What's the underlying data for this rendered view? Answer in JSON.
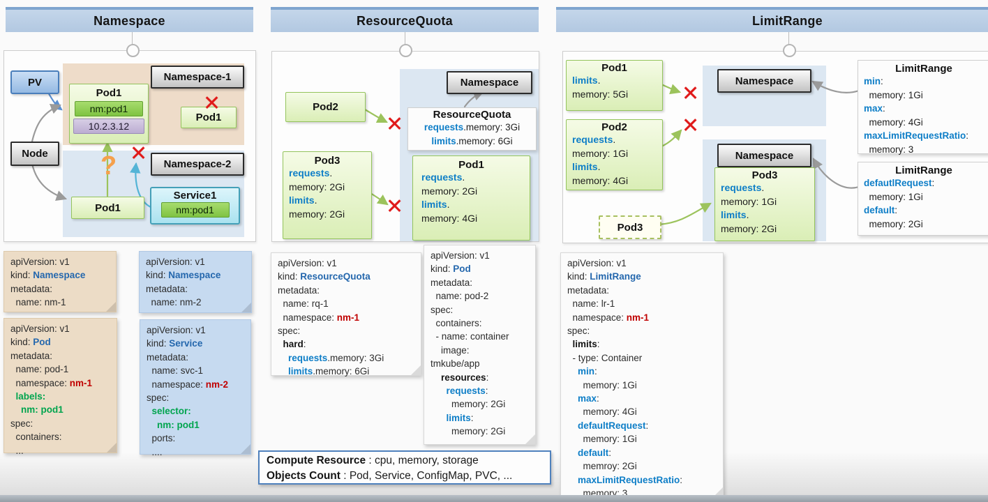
{
  "colors": {
    "header_bg": "#bcd0e6",
    "header_top": "#7fa5cf",
    "keyword_blue": "#0e7ec7",
    "kind_blue": "#2467ad",
    "alert_red": "#c00000",
    "label_green": "#00a44e",
    "pod_border_green": "#94c45c",
    "x_red": "#e01919",
    "question_orange": "#f5a04c",
    "note_border": "#4f81bd"
  },
  "marks": {
    "x": "✕",
    "question": "?"
  },
  "namespace": {
    "header": "Namespace",
    "pv": "PV",
    "node": "Node",
    "ns1": {
      "label": "Namespace-1"
    },
    "ns2": {
      "label": "Namespace-2"
    },
    "pod1": {
      "title": "Pod1",
      "label_badge": "nm:pod1",
      "ip_badge": "10.2.3.12"
    },
    "pod1_blocked": "Pod1",
    "pod1_ns2": "Pod1",
    "service1": {
      "title": "Service1",
      "badge": "nm:pod1"
    },
    "yaml_ns1": {
      "lines": [
        [
          {
            "t": "apiVersion: v1"
          }
        ],
        [
          {
            "t": "kind: "
          },
          {
            "t": "Namespace",
            "c": "kind"
          }
        ],
        [
          {
            "t": "metadata:"
          }
        ],
        [
          {
            "t": "  name: nm-1"
          }
        ]
      ]
    },
    "yaml_ns2": {
      "lines": [
        [
          {
            "t": "apiVersion: v1"
          }
        ],
        [
          {
            "t": "kind: "
          },
          {
            "t": "Namespace",
            "c": "kind"
          }
        ],
        [
          {
            "t": "metadata:"
          }
        ],
        [
          {
            "t": "  name: nm-2"
          }
        ]
      ]
    },
    "yaml_pod": {
      "lines": [
        [
          {
            "t": "apiVersion: v1"
          }
        ],
        [
          {
            "t": "kind: "
          },
          {
            "t": "Pod",
            "c": "kind"
          }
        ],
        [
          {
            "t": "metadata:"
          }
        ],
        [
          {
            "t": "  name: pod-1"
          }
        ],
        [
          {
            "t": "  namespace: "
          },
          {
            "t": "nm-1",
            "c": "red"
          }
        ],
        [
          {
            "t": "  "
          },
          {
            "t": "labels:",
            "c": "green"
          }
        ],
        [
          {
            "t": "    "
          },
          {
            "t": "nm: pod1",
            "c": "green"
          }
        ],
        [
          {
            "t": "spec:"
          }
        ],
        [
          {
            "t": "  containers:"
          }
        ],
        [
          {
            "t": "  ..."
          }
        ]
      ]
    },
    "yaml_svc": {
      "lines": [
        [
          {
            "t": "apiVersion: v1"
          }
        ],
        [
          {
            "t": "kind: "
          },
          {
            "t": "Service",
            "c": "kind"
          }
        ],
        [
          {
            "t": "metadata:"
          }
        ],
        [
          {
            "t": "  name: svc-1"
          }
        ],
        [
          {
            "t": "  namespace: "
          },
          {
            "t": "nm-2",
            "c": "red"
          }
        ],
        [
          {
            "t": "spec:"
          }
        ],
        [
          {
            "t": "  "
          },
          {
            "t": "selector:",
            "c": "green"
          }
        ],
        [
          {
            "t": "    "
          },
          {
            "t": "nm: pod1",
            "c": "green"
          }
        ],
        [
          {
            "t": "  ports:"
          }
        ],
        [
          {
            "t": "  ...."
          }
        ]
      ]
    }
  },
  "resourcequota": {
    "header": "ResourceQuota",
    "namespace_label": "Namespace",
    "pod2": {
      "title": "Pod2"
    },
    "pod3": {
      "title": "Pod3",
      "lines": [
        [
          {
            "t": "requests",
            "c": "kw"
          },
          {
            "t": "."
          }
        ],
        [
          {
            "t": "memory: 2Gi"
          }
        ],
        [
          {
            "t": "limits",
            "c": "kw"
          },
          {
            "t": "."
          }
        ],
        [
          {
            "t": "memory: 2Gi"
          }
        ]
      ]
    },
    "pod1": {
      "title": "Pod1",
      "lines": [
        [
          {
            "t": "requests",
            "c": "kw"
          },
          {
            "t": "."
          }
        ],
        [
          {
            "t": "memory: 2Gi"
          }
        ],
        [
          {
            "t": "limits",
            "c": "kw"
          },
          {
            "t": "."
          }
        ],
        [
          {
            "t": "memory: 4Gi"
          }
        ]
      ]
    },
    "rq_box": {
      "title": "ResourceQuota",
      "lines": [
        [
          {
            "t": "requests",
            "c": "kw"
          },
          {
            "t": ".memory: 3Gi"
          }
        ],
        [
          {
            "t": "limits",
            "c": "kw"
          },
          {
            "t": ".memory: 6Gi"
          }
        ]
      ]
    },
    "yaml_rq": {
      "lines": [
        [
          {
            "t": "apiVersion: v1"
          }
        ],
        [
          {
            "t": "kind: "
          },
          {
            "t": "ResourceQuota",
            "c": "kind"
          }
        ],
        [
          {
            "t": "metadata:"
          }
        ],
        [
          {
            "t": "  name: rq-1"
          }
        ],
        [
          {
            "t": "  namespace: "
          },
          {
            "t": "nm-1",
            "c": "red"
          }
        ],
        [
          {
            "t": "spec:"
          }
        ],
        [
          {
            "t": "  "
          },
          {
            "t": "hard",
            "c": "b"
          },
          {
            "t": ":"
          }
        ],
        [
          {
            "t": "    "
          },
          {
            "t": "requests",
            "c": "kw"
          },
          {
            "t": ".memory: 3Gi"
          }
        ],
        [
          {
            "t": "    "
          },
          {
            "t": "limits",
            "c": "kw"
          },
          {
            "t": ".memory: 6Gi"
          }
        ]
      ]
    },
    "yaml_pod2": {
      "lines": [
        [
          {
            "t": "apiVersion: v1"
          }
        ],
        [
          {
            "t": "kind: "
          },
          {
            "t": "Pod",
            "c": "kind"
          }
        ],
        [
          {
            "t": "metadata:"
          }
        ],
        [
          {
            "t": "  name: pod-2"
          }
        ],
        [
          {
            "t": "spec:"
          }
        ],
        [
          {
            "t": "  containers:"
          }
        ],
        [
          {
            "t": "  - name: container"
          }
        ],
        [
          {
            "t": "    image:"
          }
        ],
        [
          {
            "t": "tmkube/app"
          }
        ],
        [
          {
            "t": "    "
          },
          {
            "t": "resources",
            "c": "b"
          },
          {
            "t": ":"
          }
        ],
        [
          {
            "t": "      "
          },
          {
            "t": "requests",
            "c": "kw"
          },
          {
            "t": ":"
          }
        ],
        [
          {
            "t": "        memory: 2Gi"
          }
        ],
        [
          {
            "t": "      "
          },
          {
            "t": "limits",
            "c": "kw"
          },
          {
            "t": ":"
          }
        ],
        [
          {
            "t": "        memory: 2Gi"
          }
        ]
      ]
    }
  },
  "limitrange": {
    "header": "LimitRange",
    "ns1_label": "Namespace",
    "ns2_label": "Namespace",
    "pod1": {
      "title": "Pod1",
      "lines": [
        [
          {
            "t": "limits",
            "c": "kw"
          },
          {
            "t": "."
          }
        ],
        [
          {
            "t": "memory: 5Gi"
          }
        ]
      ]
    },
    "pod2": {
      "title": "Pod2",
      "lines": [
        [
          {
            "t": "requests",
            "c": "kw"
          },
          {
            "t": "."
          }
        ],
        [
          {
            "t": "memory: 1Gi"
          }
        ],
        [
          {
            "t": "limits",
            "c": "kw"
          },
          {
            "t": "."
          }
        ],
        [
          {
            "t": "memory: 4Gi"
          }
        ]
      ]
    },
    "pod3_pending": "Pod3",
    "pod3": {
      "title": "Pod3",
      "lines": [
        [
          {
            "t": "requests",
            "c": "kw"
          },
          {
            "t": "."
          }
        ],
        [
          {
            "t": "memory: 1Gi"
          }
        ],
        [
          {
            "t": "limits",
            "c": "kw"
          },
          {
            "t": "."
          }
        ],
        [
          {
            "t": "memory: 2Gi"
          }
        ]
      ]
    },
    "lr1": {
      "title": "LimitRange",
      "lines": [
        [
          {
            "t": "min",
            "c": "kw"
          },
          {
            "t": ":"
          }
        ],
        [
          {
            "t": "  memory: 1Gi"
          }
        ],
        [
          {
            "t": "max",
            "c": "kw"
          },
          {
            "t": ":"
          }
        ],
        [
          {
            "t": "  memory: 4Gi"
          }
        ],
        [
          {
            "t": "maxLimitRequestRatio",
            "c": "kw"
          },
          {
            "t": ":"
          }
        ],
        [
          {
            "t": "  memory: 3"
          }
        ]
      ]
    },
    "lr2": {
      "title": "LimitRange",
      "lines": [
        [
          {
            "t": "defautlRequest",
            "c": "kw"
          },
          {
            "t": ":"
          }
        ],
        [
          {
            "t": "  memory: 1Gi"
          }
        ],
        [
          {
            "t": "default",
            "c": "kw"
          },
          {
            "t": ":"
          }
        ],
        [
          {
            "t": "  memory: 2Gi"
          }
        ]
      ]
    },
    "yaml_lr": {
      "lines": [
        [
          {
            "t": "apiVersion: v1"
          }
        ],
        [
          {
            "t": "kind: "
          },
          {
            "t": "LimitRange",
            "c": "kind"
          }
        ],
        [
          {
            "t": "metadata:"
          }
        ],
        [
          {
            "t": "  name: lr-1"
          }
        ],
        [
          {
            "t": "  namespace: "
          },
          {
            "t": "nm-1",
            "c": "red"
          }
        ],
        [
          {
            "t": "spec:"
          }
        ],
        [
          {
            "t": "  "
          },
          {
            "t": "limits",
            "c": "b"
          },
          {
            "t": ":"
          }
        ],
        [
          {
            "t": "  - type: Container"
          }
        ],
        [
          {
            "t": "    "
          },
          {
            "t": "min",
            "c": "kw"
          },
          {
            "t": ":"
          }
        ],
        [
          {
            "t": "      memory: 1Gi"
          }
        ],
        [
          {
            "t": "    "
          },
          {
            "t": "max",
            "c": "kw"
          },
          {
            "t": ":"
          }
        ],
        [
          {
            "t": "      memory: 4Gi"
          }
        ],
        [
          {
            "t": "    "
          },
          {
            "t": "defaultRequest",
            "c": "kw"
          },
          {
            "t": ":"
          }
        ],
        [
          {
            "t": "      memory: 1Gi"
          }
        ],
        [
          {
            "t": "    "
          },
          {
            "t": "default",
            "c": "kw"
          },
          {
            "t": ":"
          }
        ],
        [
          {
            "t": "      memroy: 2Gi"
          }
        ],
        [
          {
            "t": "    "
          },
          {
            "t": "maxLimitRequestRatio",
            "c": "kw"
          },
          {
            "t": ":"
          }
        ],
        [
          {
            "t": "      memory: 3"
          }
        ]
      ]
    }
  },
  "note": {
    "lines": [
      [
        {
          "t": "Compute Resource",
          "c": "b"
        },
        {
          "t": " : cpu, memory, storage"
        }
      ],
      [
        {
          "t": "Objects Count",
          "c": "b"
        },
        {
          "t": " : Pod, Service, ConfigMap, PVC, ..."
        }
      ]
    ]
  }
}
